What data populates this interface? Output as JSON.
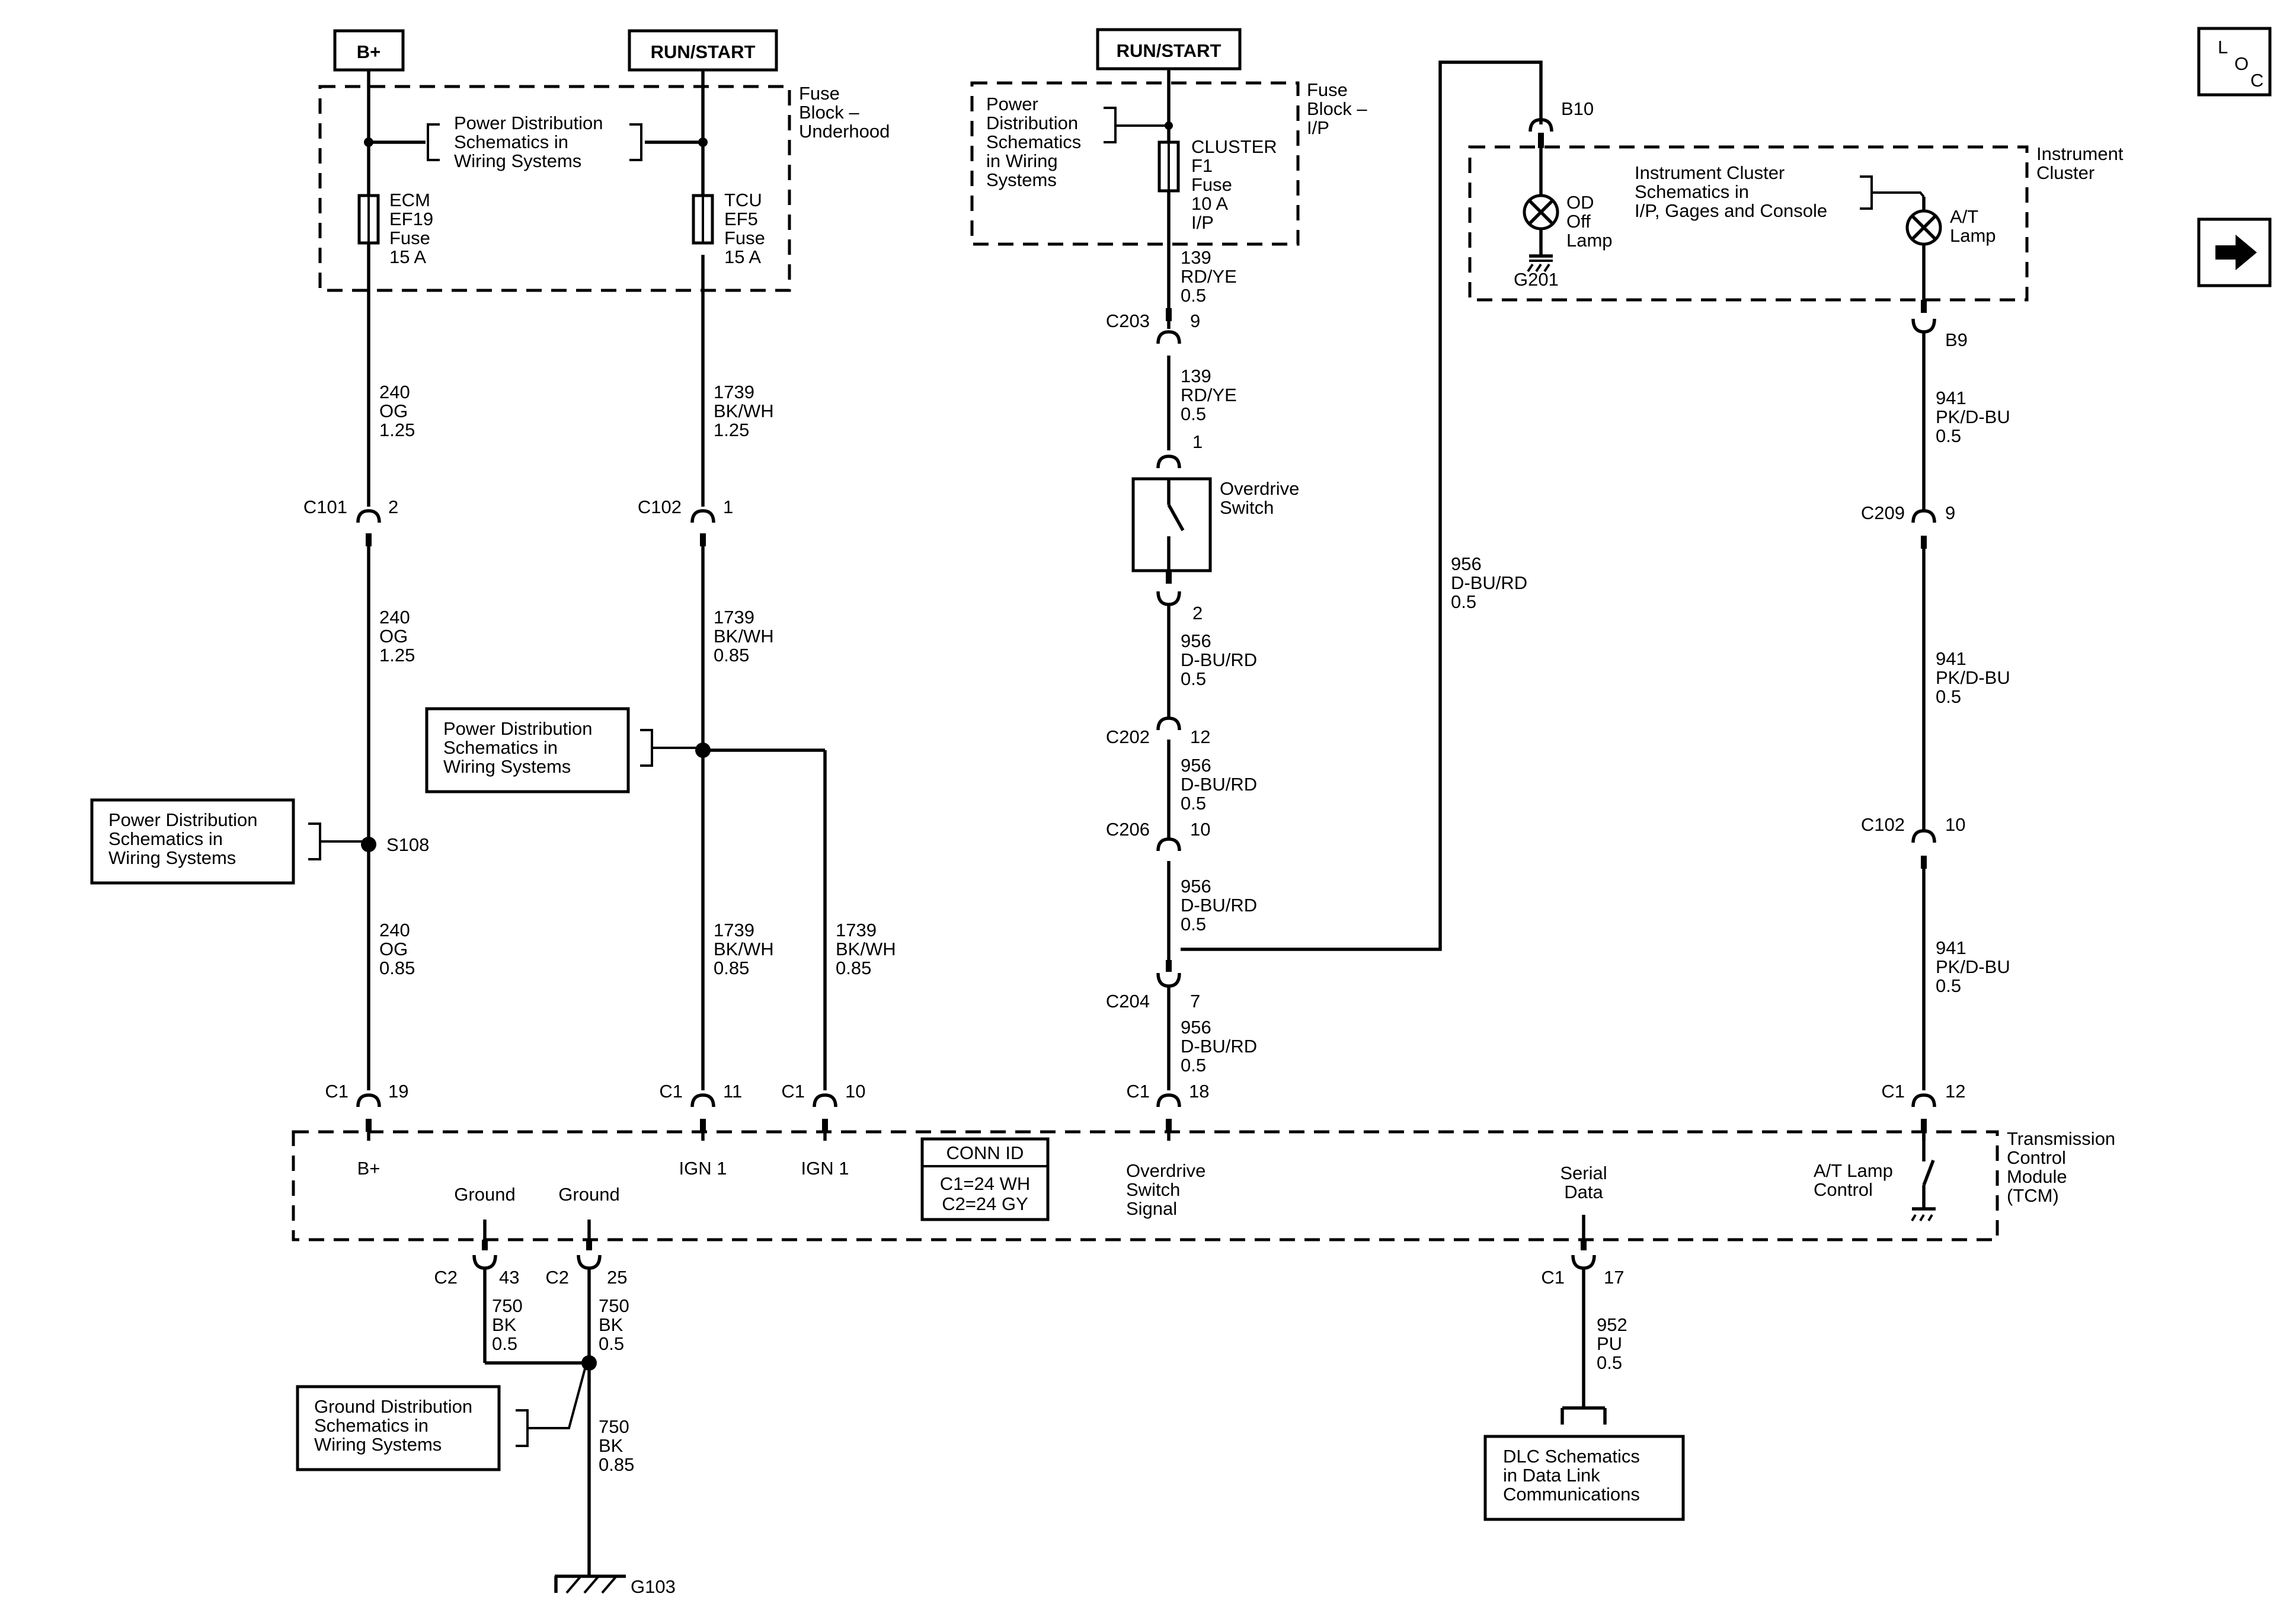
{
  "headers": {
    "bplus": "B+",
    "run_start_1": "RUN/START",
    "run_start_2": "RUN/START"
  },
  "nav": {
    "loc": [
      "L",
      "O",
      "C"
    ]
  },
  "fuse_blocks": {
    "underhood": [
      "Fuse",
      "Block –",
      "Underhood"
    ],
    "ip": [
      "Fuse",
      "Block –",
      "I/P"
    ]
  },
  "fuses": {
    "ecm": [
      "ECM",
      "EF19",
      "Fuse",
      "15 A"
    ],
    "tcu": [
      "TCU",
      "EF5",
      "Fuse",
      "15 A"
    ],
    "cluster": [
      "CLUSTER",
      "F1",
      "Fuse",
      "10 A",
      "I/P"
    ]
  },
  "refs": {
    "pd_fuseblock": [
      "Power Distribution",
      "Schematics in",
      "Wiring Systems"
    ],
    "pd_ip": [
      "Power",
      "Distribution",
      "Schematics",
      "in Wiring",
      "Systems"
    ],
    "pd_left": [
      "Power Distribution",
      "Schematics in",
      "Wiring Systems"
    ],
    "pd_mid": [
      "Power Distribution",
      "Schematics in",
      "Wiring Systems"
    ],
    "ground": [
      "Ground Distribution",
      "Schematics in",
      "Wiring Systems"
    ],
    "dlc": [
      "DLC Schematics",
      "in Data Link",
      "Communications"
    ],
    "ic": [
      "Instrument Cluster",
      "Schematics in",
      "I/P, Gages and Console"
    ]
  },
  "instrument_cluster": {
    "label": [
      "Instrument",
      "Cluster"
    ],
    "od_lamp": [
      "OD",
      "Off",
      "Lamp"
    ],
    "at_lamp": [
      "A/T",
      "Lamp"
    ],
    "g201": "G201"
  },
  "switch": [
    "Overdrive",
    "Switch"
  ],
  "tcm": {
    "label": [
      "Transmission",
      "Control",
      "Module",
      "(TCM)"
    ],
    "pins": {
      "bplus": "B+",
      "ign1a": "IGN 1",
      "ign1b": "IGN 1",
      "od": [
        "Overdrive",
        "Switch",
        "Signal"
      ],
      "serial": [
        "Serial",
        "Data"
      ],
      "atlamp": [
        "A/T Lamp",
        "Control"
      ],
      "gnd1": "Ground",
      "gnd2": "Ground"
    },
    "conn_id": {
      "title": "CONN ID",
      "c1": "C1=24 WH",
      "c2": "C2=24 GY"
    }
  },
  "connectors": {
    "c101": "C101",
    "c101_pin": "2",
    "c102a": "C102",
    "c102a_pin": "1",
    "c203": "C203",
    "c203_pin": "9",
    "sw1": "1",
    "sw2": "2",
    "c202": "C202",
    "c202_pin": "12",
    "c206": "C206",
    "c206_pin": "10",
    "c204": "C204",
    "c204_pin": "7",
    "b10": "B10",
    "b9": "B9",
    "c209": "C209",
    "c209_pin": "9",
    "c102b": "C102",
    "c102b_pin": "10",
    "c1": "C1",
    "c1_p19": "19",
    "c1_p11": "11",
    "c1_p10": "10",
    "c1_p18": "18",
    "c1_p12": "12",
    "c1_p17": "17",
    "c2": "C2",
    "c2_p43": "43",
    "c2_p25": "25",
    "s108": "S108",
    "g103": "G103"
  },
  "wires": {
    "w240a": [
      "240",
      "OG",
      "1.25"
    ],
    "w240b": [
      "240",
      "OG",
      "1.25"
    ],
    "w240c": [
      "240",
      "OG",
      "0.85"
    ],
    "w1739a": [
      "1739",
      "BK/WH",
      "1.25"
    ],
    "w1739b": [
      "1739",
      "BK/WH",
      "0.85"
    ],
    "w1739c": [
      "1739",
      "BK/WH",
      "0.85"
    ],
    "w1739d": [
      "1739",
      "BK/WH",
      "0.85"
    ],
    "w139a": [
      "139",
      "RD/YE",
      "0.5"
    ],
    "w139b": [
      "139",
      "RD/YE",
      "0.5"
    ],
    "w956a": [
      "956",
      "D-BU/RD",
      "0.5"
    ],
    "w956b": [
      "956",
      "D-BU/RD",
      "0.5"
    ],
    "w956c": [
      "956",
      "D-BU/RD",
      "0.5"
    ],
    "w956d": [
      "956",
      "D-BU/RD",
      "0.5"
    ],
    "w956e": [
      "956",
      "D-BU/RD",
      "0.5"
    ],
    "w941a": [
      "941",
      "PK/D-BU",
      "0.5"
    ],
    "w941b": [
      "941",
      "PK/D-BU",
      "0.5"
    ],
    "w941c": [
      "941",
      "PK/D-BU",
      "0.5"
    ],
    "w750a": [
      "750",
      "BK",
      "0.5"
    ],
    "w750b": [
      "750",
      "BK",
      "0.5"
    ],
    "w750c": [
      "750",
      "BK",
      "0.85"
    ],
    "w952": [
      "952",
      "PU",
      "0.5"
    ]
  }
}
